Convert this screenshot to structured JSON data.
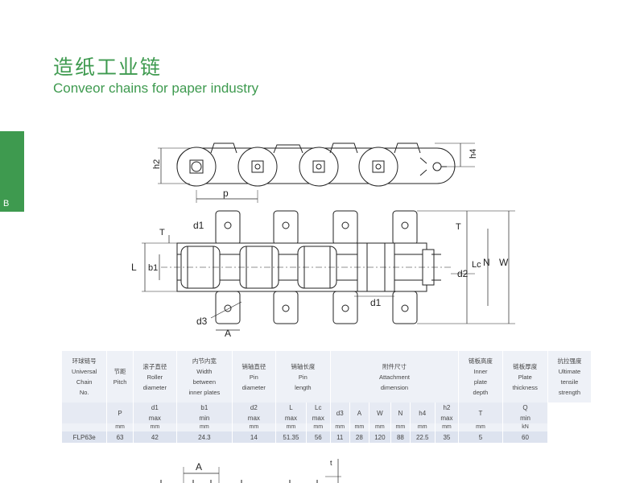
{
  "header": {
    "title_cn": "造纸工业链",
    "title_en": "Conveor chains for paper industry"
  },
  "side_tab": {
    "label": "B"
  },
  "drawing_labels": {
    "h2": "h2",
    "h4": "h4",
    "p": "p",
    "d1_top": "d1",
    "T_left": "T",
    "L": "L",
    "b1": "b1",
    "T_right": "T",
    "d2": "d2",
    "Lc": "Lc",
    "N": "N",
    "W": "W",
    "d1_bottom": "d1",
    "d3": "d3",
    "A": "A",
    "A_lower": "A",
    "t_lower": "t"
  },
  "table": {
    "headers": [
      [
        "环球链号",
        "Universal",
        "Chain",
        "No."
      ],
      [
        "节距",
        "Pitch"
      ],
      [
        "滚子直径",
        "Roller",
        "diameter"
      ],
      [
        "内节内宽",
        "Width",
        "between",
        "inner plates"
      ],
      [
        "销轴直径",
        "Pin",
        "diameter"
      ],
      [
        "销轴长度",
        "Pin",
        "length"
      ],
      [
        "附件尺寸",
        "Attachment",
        "dimension"
      ],
      [
        "链板高度",
        "Inner",
        "plate",
        "depth"
      ],
      [
        "链板厚度",
        "Plate",
        "thickness"
      ],
      [
        "抗拉强度",
        "Ultimate",
        "tensile",
        "strength"
      ]
    ],
    "symbols": [
      [
        ""
      ],
      [
        "P"
      ],
      [
        "d1",
        "max"
      ],
      [
        "b1",
        "min"
      ],
      [
        "d2",
        "max"
      ],
      [
        "L",
        "max"
      ],
      [
        "Lc",
        "max"
      ],
      [
        "d3"
      ],
      [
        "A"
      ],
      [
        "W"
      ],
      [
        "N"
      ],
      [
        "h4"
      ],
      [
        "h2",
        "max"
      ],
      [
        "T"
      ],
      [
        "Q",
        "min"
      ]
    ],
    "units": [
      "",
      "mm",
      "mm",
      "mm",
      "mm",
      "mm",
      "mm",
      "mm",
      "mm",
      "mm",
      "mm",
      "mm",
      "mm",
      "mm",
      "kN"
    ],
    "rows": [
      [
        "FLP63e",
        "63",
        "42",
        "24.3",
        "14",
        "51.35",
        "56",
        "11",
        "28",
        "120",
        "88",
        "22.5",
        "35",
        "5",
        "60"
      ]
    ]
  }
}
